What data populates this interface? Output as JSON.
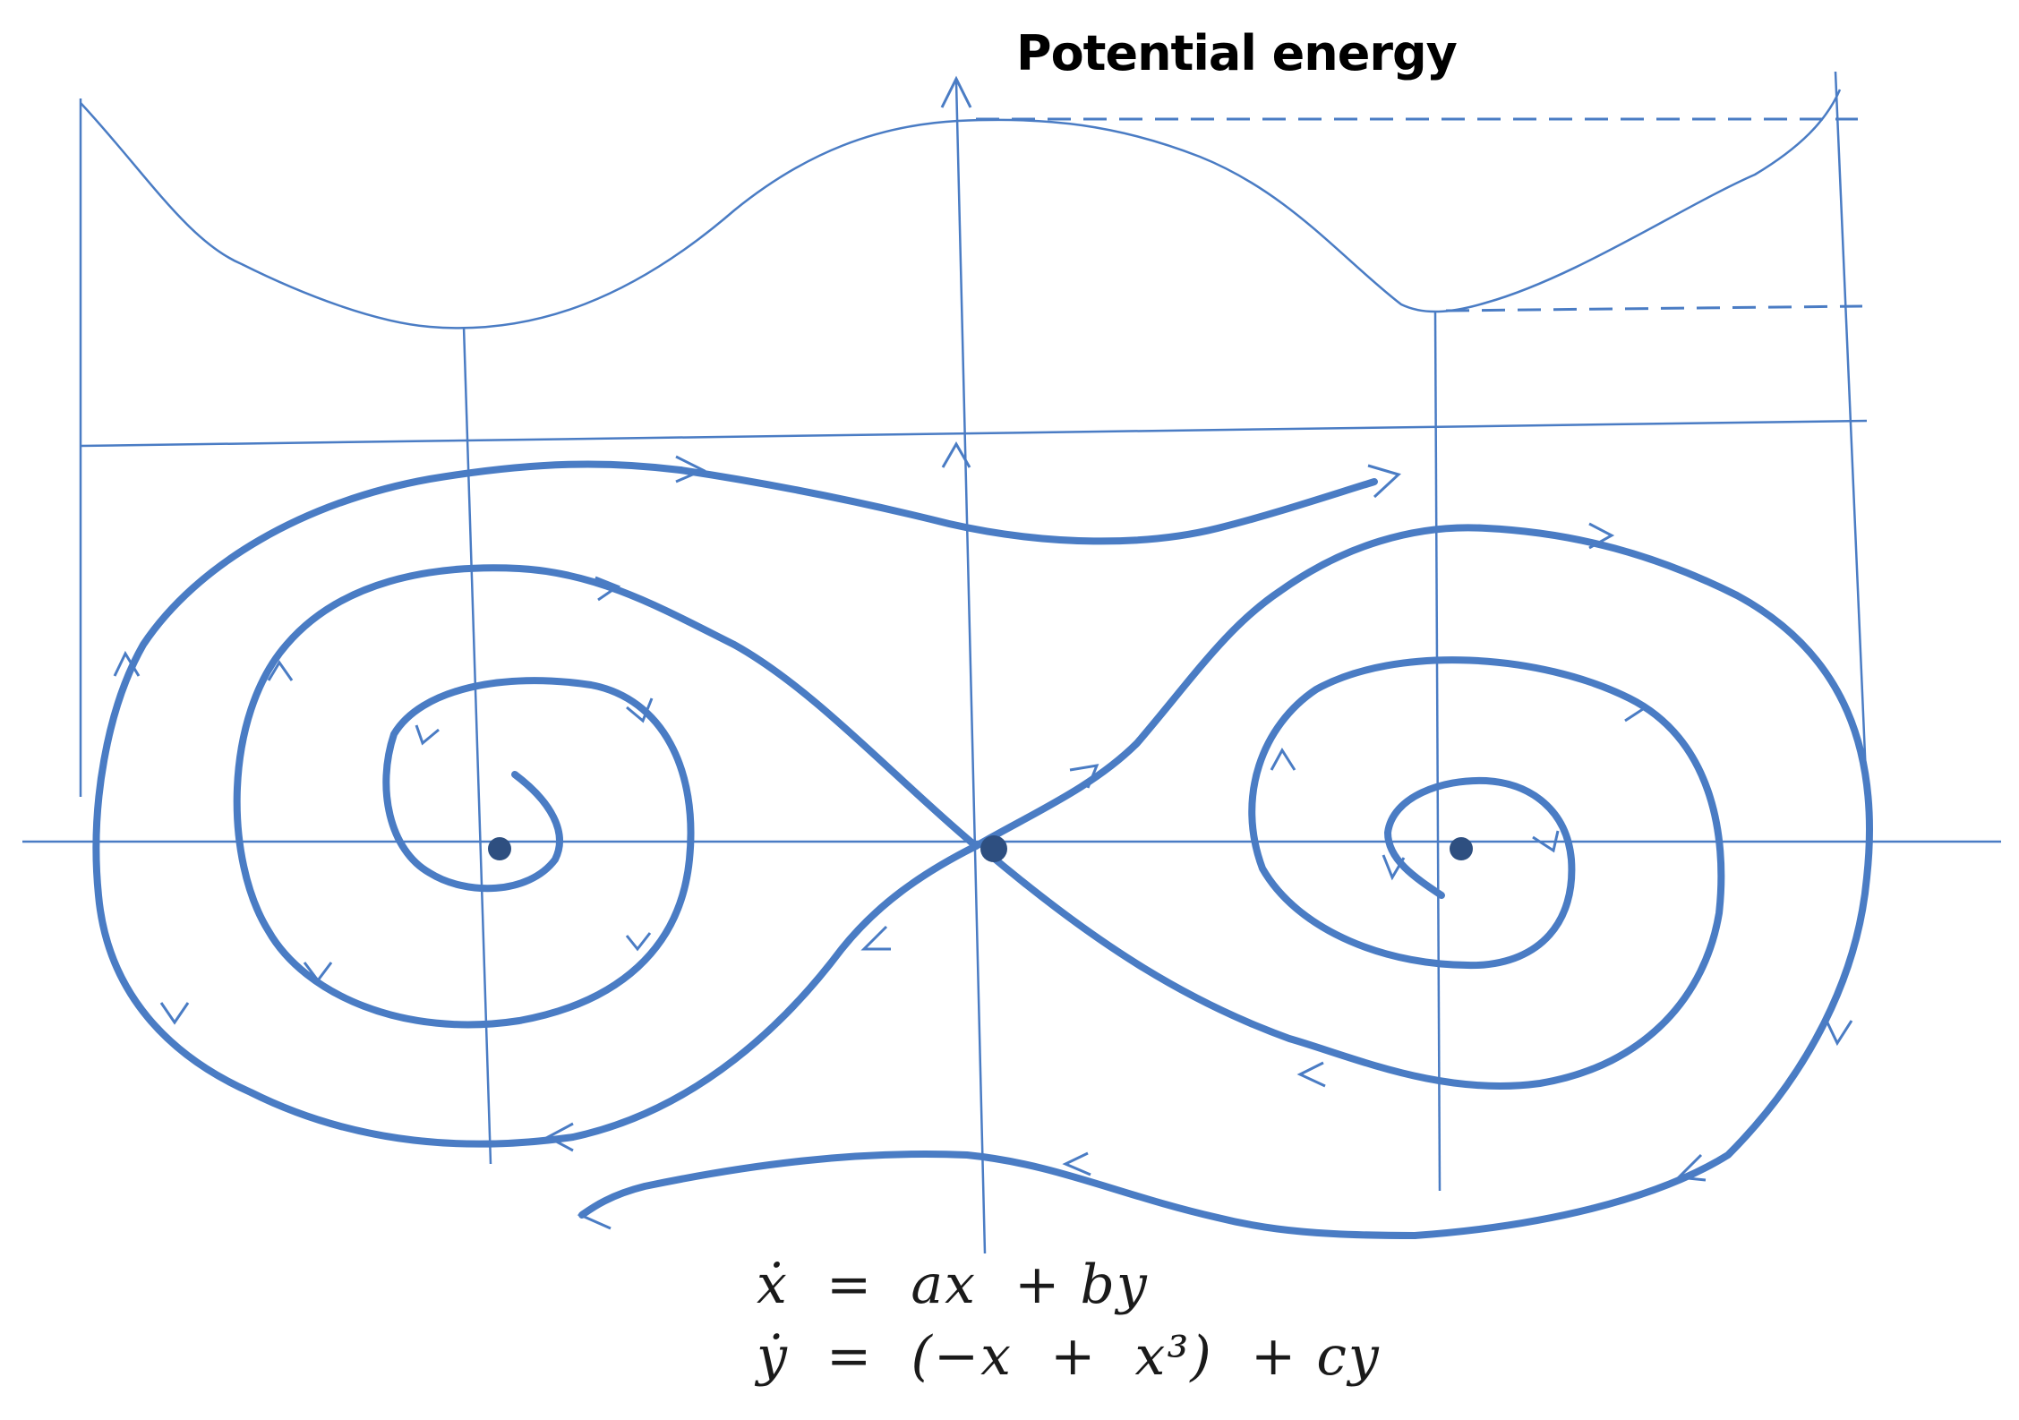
{
  "title": "Potential energy",
  "equations": {
    "line1": "ẋ  =  ax  + by",
    "line2": "ẏ  =  (−x  +  x³)  + cy"
  },
  "colors": {
    "line": "#4a7cc4",
    "dot": "#2e4f80"
  }
}
